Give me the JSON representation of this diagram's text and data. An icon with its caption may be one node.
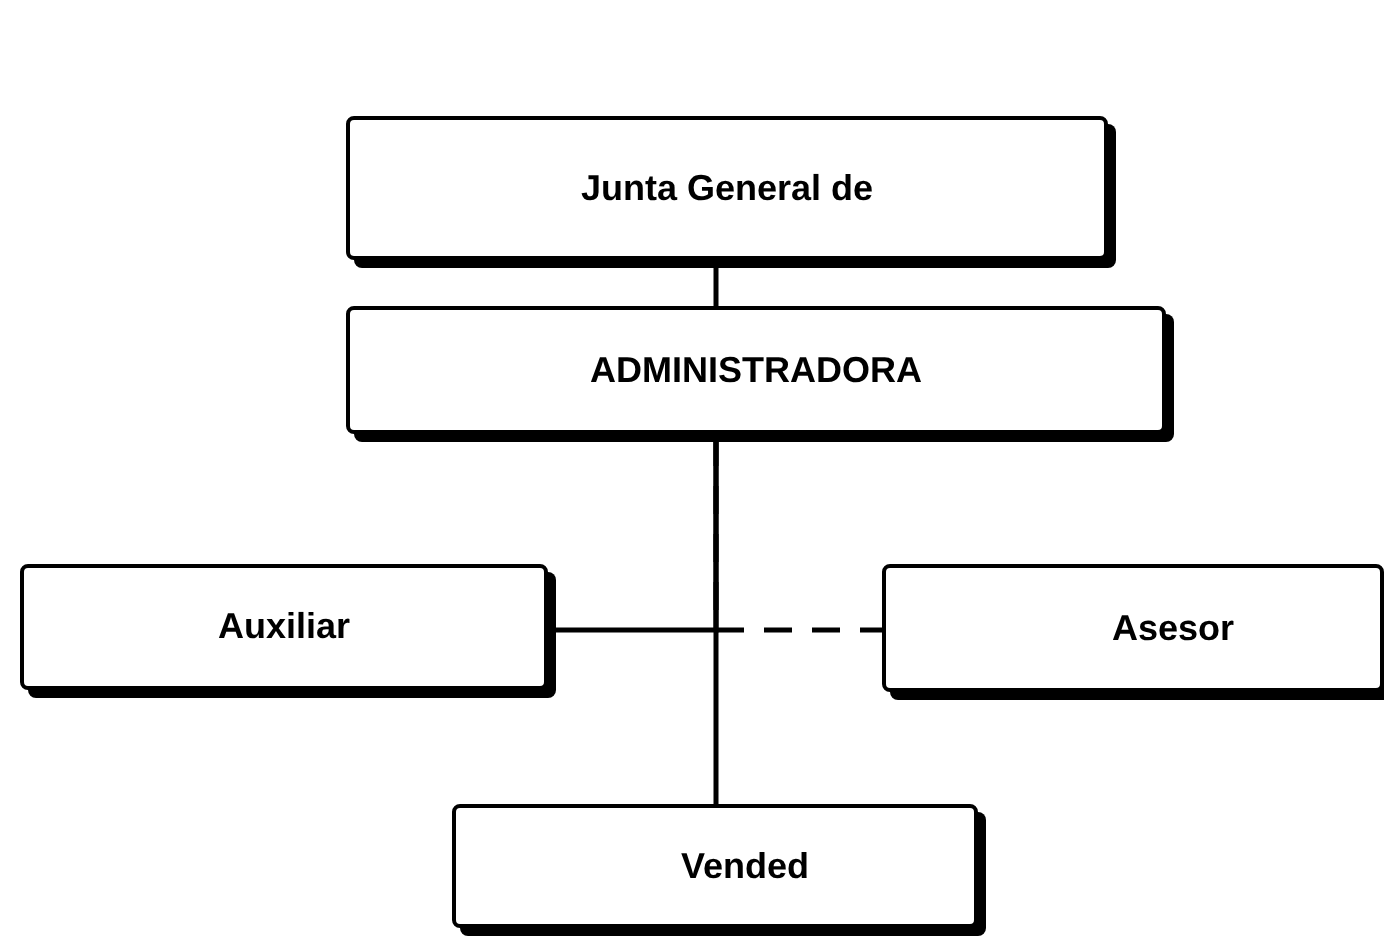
{
  "diagram": {
    "nodes": [
      {
        "text": [
          "Junta General de"
        ]
      },
      {
        "text": [
          "ADMINISTRADORA"
        ]
      },
      {
        "text": [
          "Auxiliar"
        ]
      },
      {
        "text": [
          "Asesor"
        ]
      },
      {
        "text": [
          "Vended"
        ]
      }
    ],
    "edges": [
      {
        "from": 0,
        "to": 1,
        "arrow": "none"
      },
      {
        "from": 1,
        "to": 2,
        "arrow": "none"
      },
      {
        "from": 1,
        "to": 3,
        "arrow": "none",
        "style": "dashed"
      },
      {
        "from": 1,
        "to": 4,
        "arrow": "none"
      }
    ]
  }
}
